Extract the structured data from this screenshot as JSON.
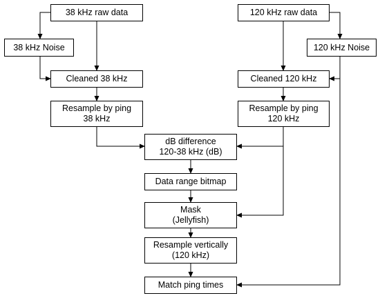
{
  "diagram": {
    "boxes": {
      "raw38": "38 kHz raw data",
      "noise38": "38 kHz Noise",
      "clean38": "Cleaned 38 kHz",
      "resample38": "Resample by ping\n38 kHz",
      "raw120": "120 kHz raw data",
      "noise120": "120 kHz Noise",
      "clean120": "Cleaned 120 kHz",
      "resample120": "Resample by ping\n120 kHz",
      "db_difference": "dB difference\n120-38 kHz (dB)",
      "bitmap": "Data range bitmap",
      "mask": "Mask\n(Jellyfish)",
      "resample_vertical": "Resample vertically\n(120 kHz)",
      "match_ping": "Match ping times"
    },
    "colors": {
      "stroke": "#000000",
      "fill": "#ffffff",
      "text": "#000000"
    }
  }
}
